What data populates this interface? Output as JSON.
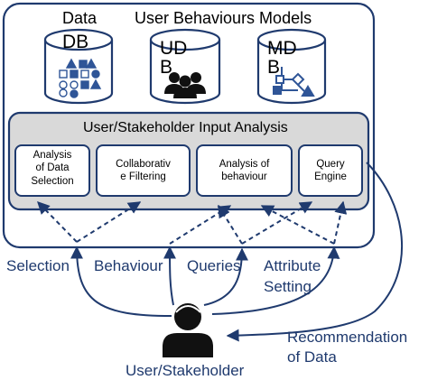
{
  "headers": {
    "data": "Data",
    "user_behaviours_models": "User Behaviours Models"
  },
  "cylinders": {
    "db": "DB",
    "ud": "UD",
    "ud_b": "B",
    "md": "MD",
    "md_b": "B"
  },
  "analysis": {
    "title": "User/Stakeholder Input Analysis",
    "boxes": [
      {
        "label": "Analysis\nof Data\nSelection"
      },
      {
        "label": "Collaborativ\ne Filtering"
      },
      {
        "label": "Analysis of\nbehaviour"
      },
      {
        "label": "Query\nEngine"
      }
    ]
  },
  "inputs": {
    "selection": "Selection",
    "behaviour": "Behaviour",
    "queries": "Queries",
    "attribute": "Attribute",
    "setting": "Setting"
  },
  "output": {
    "recommendation": "Recommendation",
    "of_data": "of Data"
  },
  "actor": {
    "label": "User/Stakeholder"
  },
  "colors": {
    "frame": "#1f3a6e",
    "panel_fill": "#d9d9d9",
    "icon_blue": "#2f5597",
    "text_blue": "#1f3a6e"
  },
  "icons": [
    "database-icon",
    "users-icon",
    "flowchart-icon",
    "person-icon"
  ]
}
